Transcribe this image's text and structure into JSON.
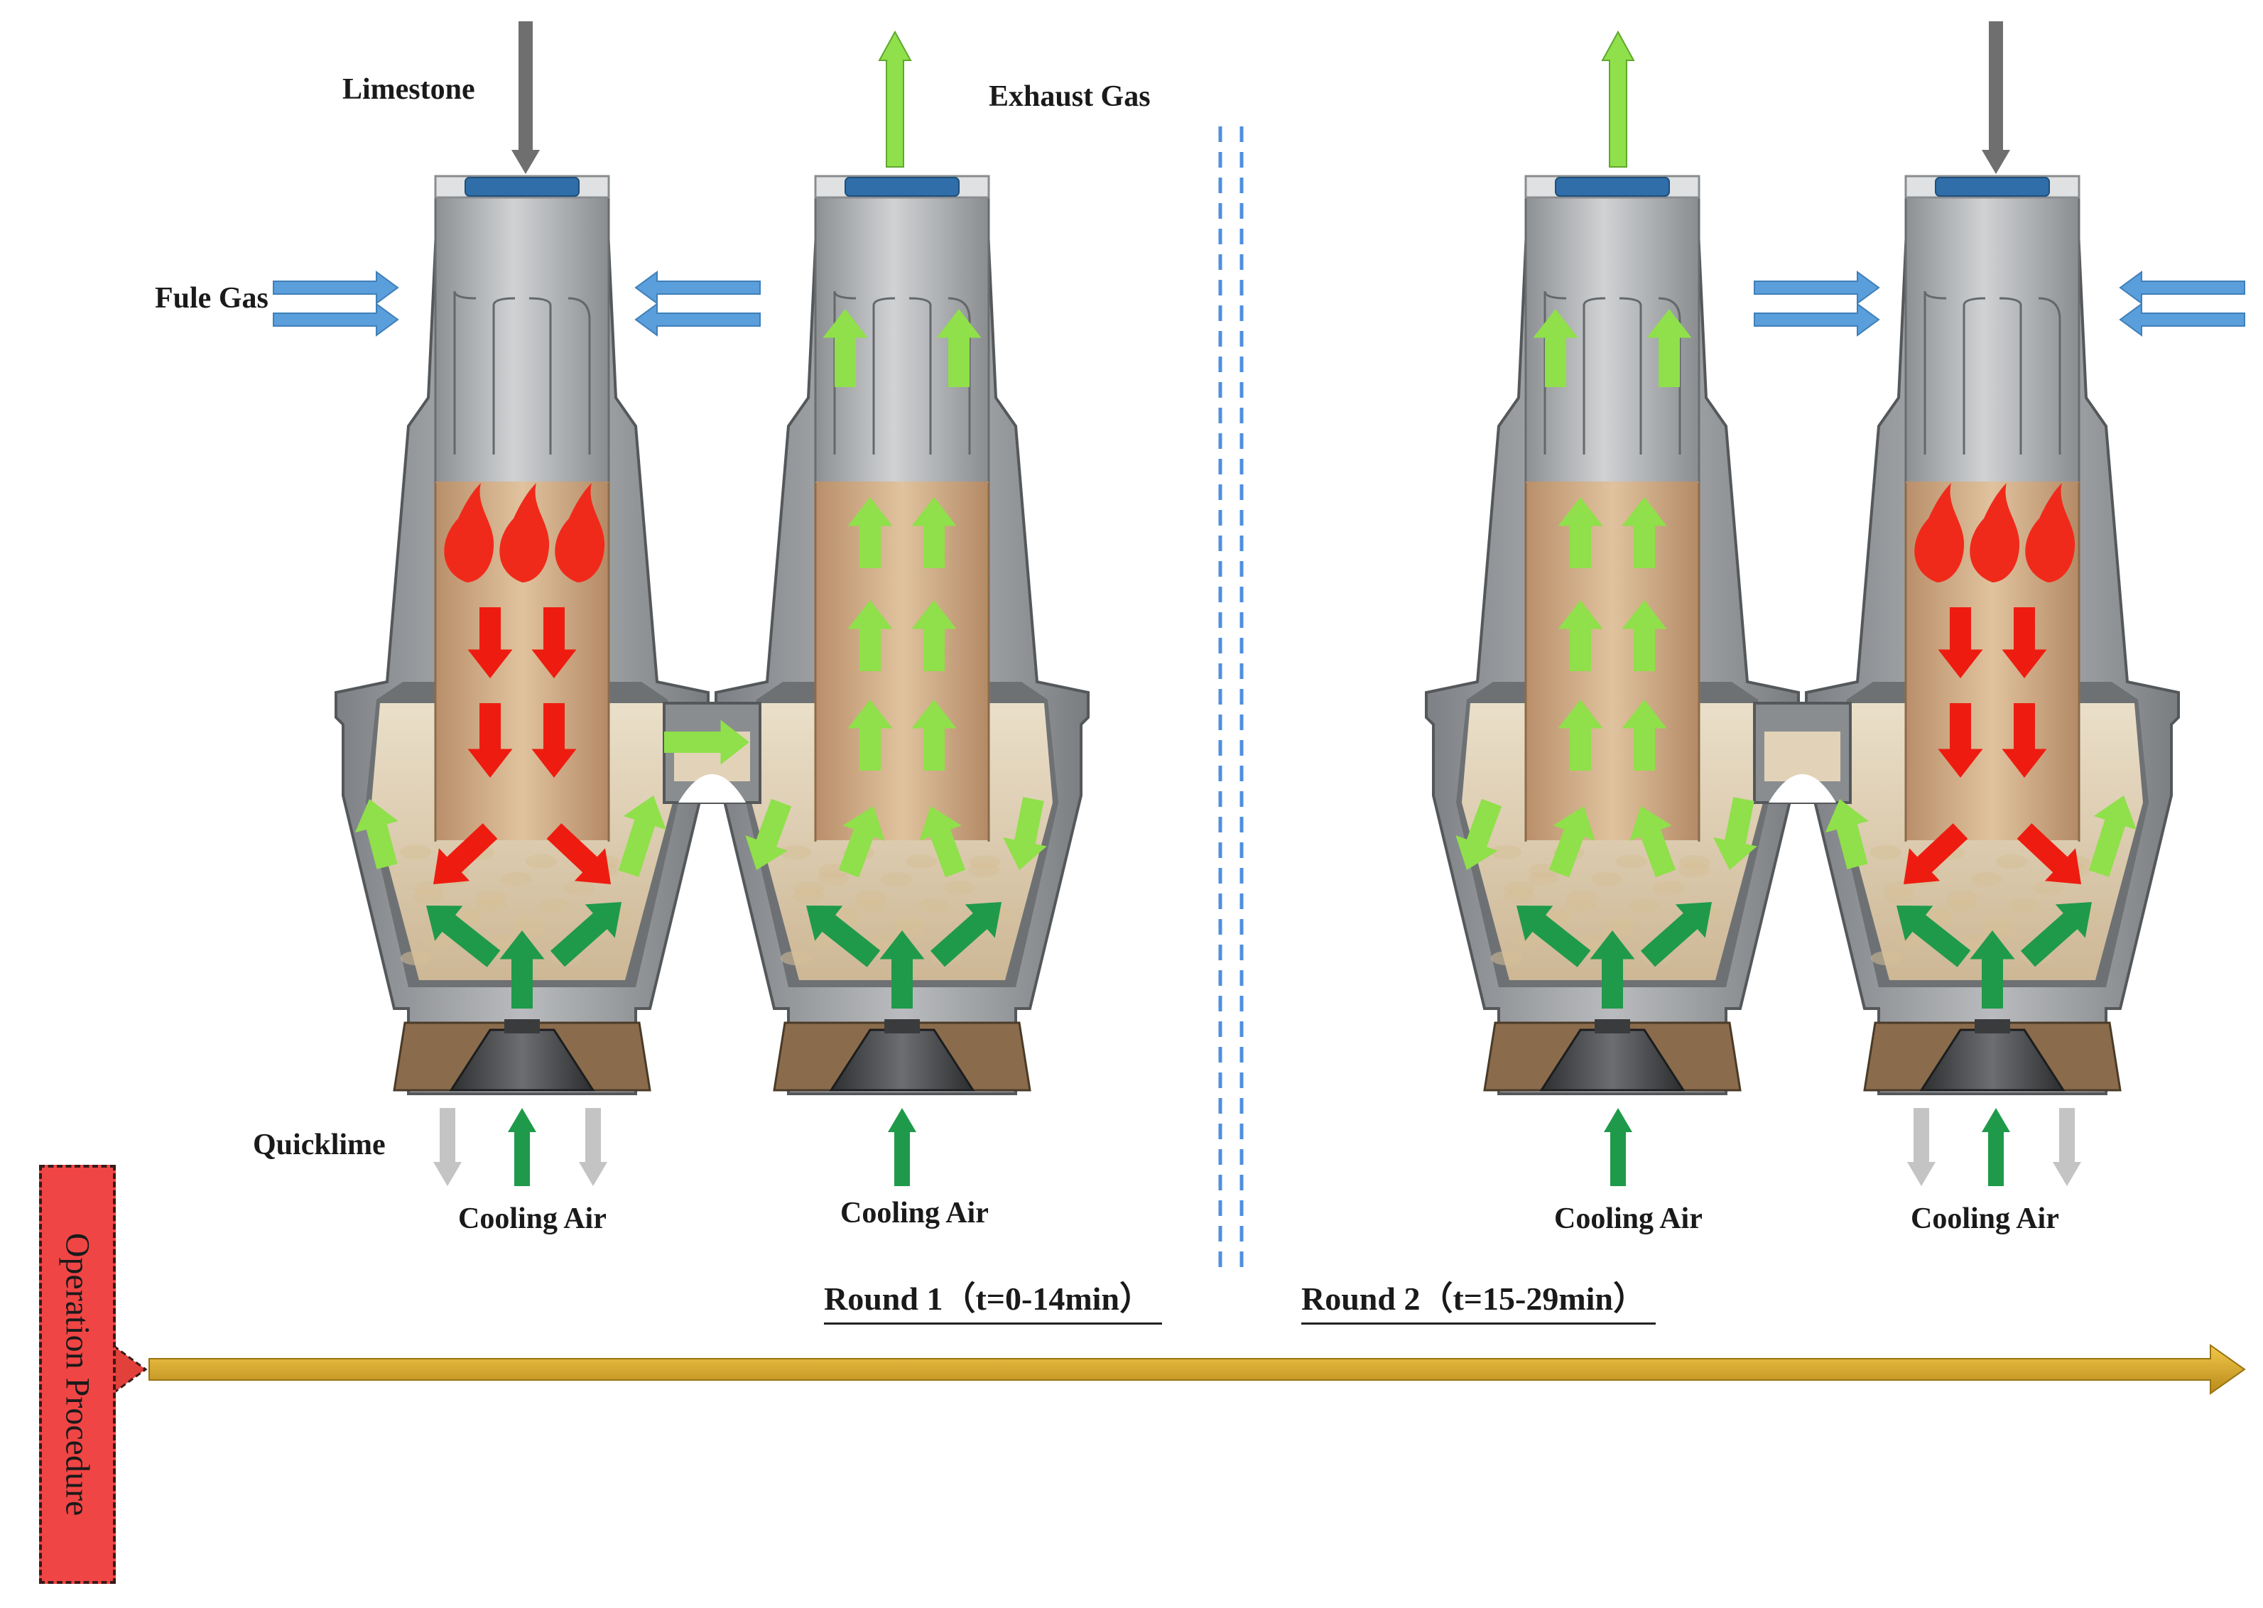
{
  "labels": {
    "limestone": "Limestone",
    "exhaust_gas": "Exhaust Gas",
    "fuel_gas": "Fule Gas",
    "quicklime": "Quicklime",
    "cooling_air": "Cooling Air"
  },
  "rounds": [
    {
      "label": "Round 1（t=0-14min）"
    },
    {
      "label": "Round 2（t=15-29min）"
    }
  ],
  "timeline": {
    "label": "Operation Procedure"
  },
  "colors": {
    "flame": "#f02a1a",
    "combustion_flow": "#ee1c10",
    "exhaust_flow": "#8fe04a",
    "cooling_flow": "#1f9a4a",
    "fuel_gas_arrow": "#5a9edc",
    "limestone_arrow": "#6f6f6f",
    "quicklime_arrow": "#c4c4c4",
    "timeline_arrow": "#d9a62a",
    "kiln_shell": "#9a9c9e",
    "material_bed": "#cdab86",
    "divider": "#4f8fe0"
  }
}
